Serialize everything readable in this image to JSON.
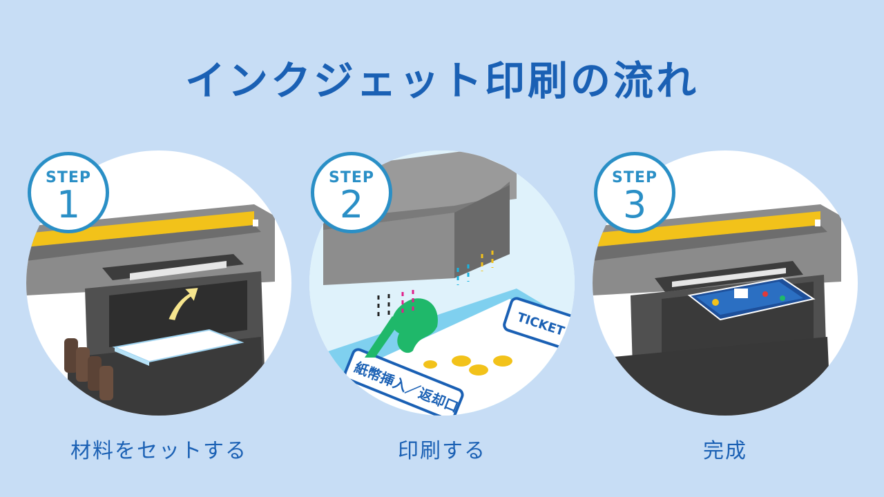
{
  "title": "インクジェット印刷の流れ",
  "steps": [
    {
      "label": "STEP",
      "number": "1",
      "caption": "材料をセットする"
    },
    {
      "label": "STEP",
      "number": "2",
      "caption": "印刷する",
      "sheet_text": "紙幣挿入／返却口",
      "ticket_text": "TICKET"
    },
    {
      "label": "STEP",
      "number": "3",
      "caption": "完成"
    }
  ],
  "colors": {
    "background": "#c7ddf5",
    "title": "#1a60b4",
    "badge_border": "#2a8fc6",
    "printer_yellow": "#f2c21a",
    "printer_body": "#4a4a4a",
    "ink_green": "#1fb86a"
  }
}
